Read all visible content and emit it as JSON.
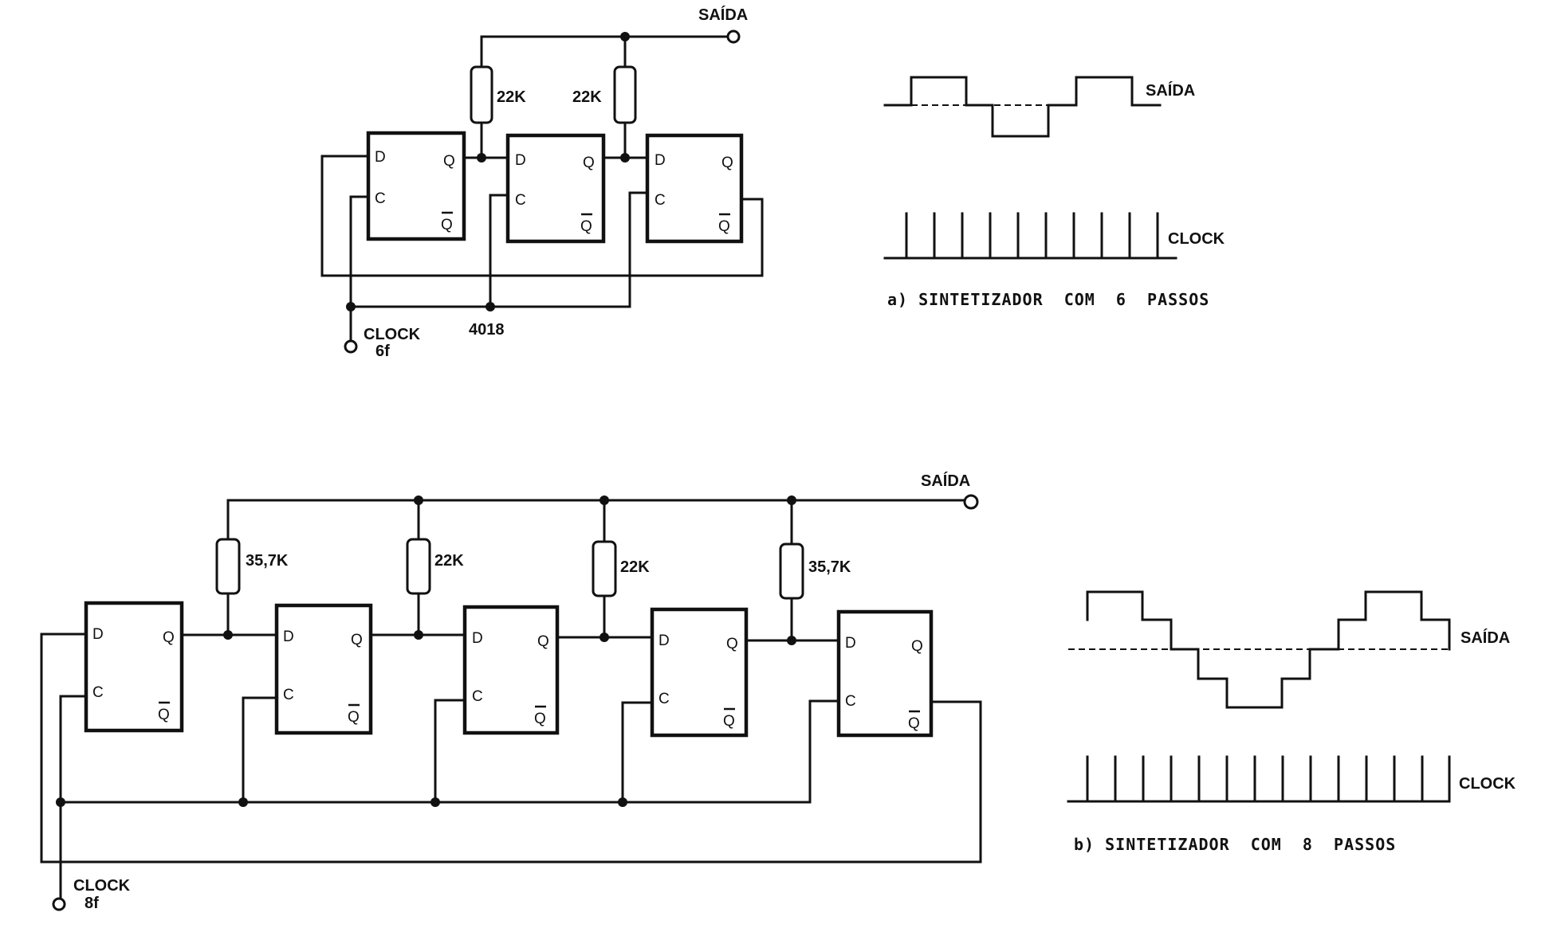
{
  "top": {
    "output_label": "SAÍDA",
    "resistor_labels": [
      "22K",
      "22K"
    ],
    "clock_label": "CLOCK",
    "clock_freq": "6f",
    "ic_label": "4018",
    "pins": {
      "d": "D",
      "q": "Q",
      "c": "C",
      "qbar": "Q"
    }
  },
  "bottom": {
    "output_label": "SAÍDA",
    "resistor_labels": [
      "35,7K",
      "22K",
      "22K",
      "35,7K"
    ],
    "clock_label": "CLOCK",
    "clock_freq": "8f"
  },
  "wave_a": {
    "output_label": "SAÍDA",
    "clock_label": "CLOCK",
    "caption": "a) SINTETIZADOR  COM  6  PASSOS"
  },
  "wave_b": {
    "output_label": "SAÍDA",
    "clock_label": "CLOCK",
    "caption": "b) SINTETIZADOR  COM  8  PASSOS"
  }
}
